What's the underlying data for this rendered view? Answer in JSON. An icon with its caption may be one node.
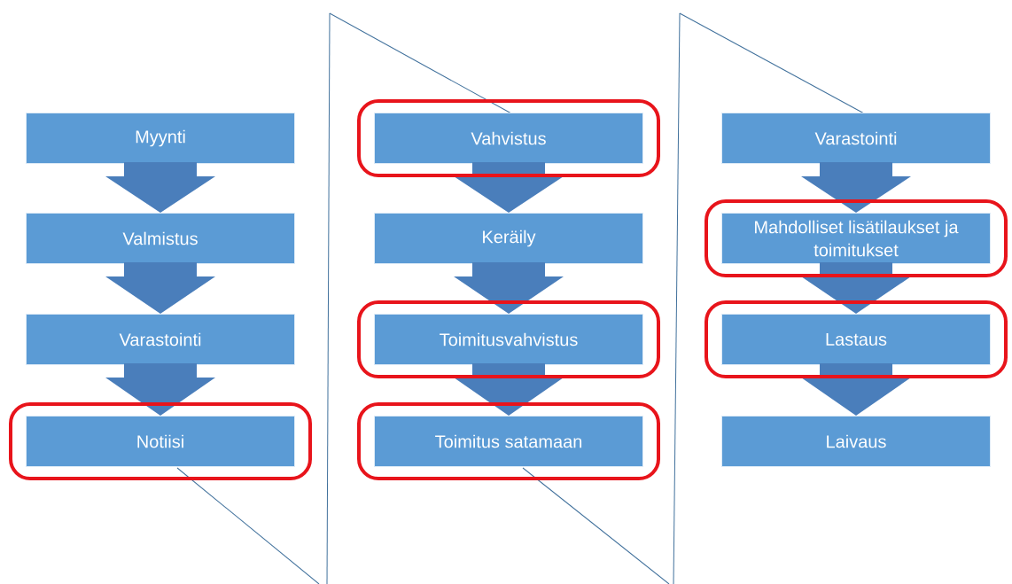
{
  "diagram": {
    "nodes": [
      {
        "text": [
          "Myynti"
        ]
      },
      {
        "text": [
          "Valmistus"
        ]
      },
      {
        "text": [
          "Varastointi"
        ]
      },
      {
        "text": [
          "Notiisi"
        ]
      },
      {
        "text": [
          "Vahvistus"
        ]
      },
      {
        "text": [
          "Keräily"
        ]
      },
      {
        "text": [
          "Toimitusvahvistus"
        ]
      },
      {
        "text": [
          "Toimitus satamaan"
        ]
      },
      {
        "text": [
          "Varastointi"
        ]
      },
      {
        "text": [
          "Mahdolliset lisätilaukset ja toimitukset"
        ]
      },
      {
        "text": [
          "Lastaus"
        ]
      },
      {
        "text": [
          "Laivaus"
        ]
      }
    ],
    "edges": [
      {
        "from": 0,
        "to": 1,
        "arrow": "to"
      },
      {
        "from": 1,
        "to": 2,
        "arrow": "to"
      },
      {
        "from": 2,
        "to": 3,
        "arrow": "to"
      },
      {
        "from": 4,
        "to": 5,
        "arrow": "to"
      },
      {
        "from": 5,
        "to": 6,
        "arrow": "to"
      },
      {
        "from": 6,
        "to": 7,
        "arrow": "to"
      },
      {
        "from": 8,
        "to": 9,
        "arrow": "to"
      },
      {
        "from": 9,
        "to": 10,
        "arrow": "to"
      },
      {
        "from": 10,
        "to": 11,
        "arrow": "to"
      }
    ]
  }
}
